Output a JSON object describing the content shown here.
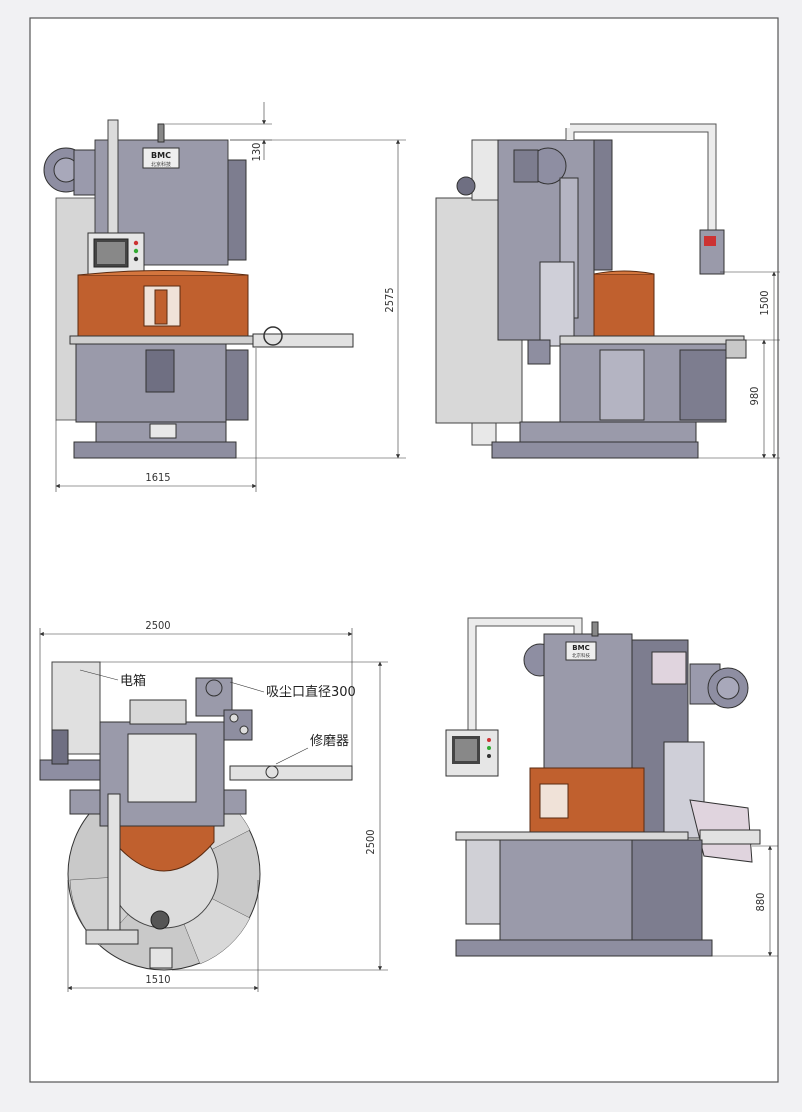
{
  "brand_plate": "BMC",
  "brand_subtext": "北京科技",
  "views": {
    "front": {
      "dim_top": "130",
      "dim_height": "2575",
      "dim_width": "1615"
    },
    "side": {
      "dim_upper": "1500",
      "dim_lower": "980"
    },
    "top": {
      "dim_width": "2500",
      "dim_depth": "2500",
      "dim_bottom": "1510",
      "label_cabinet": "电箱",
      "label_dust": "吸尘口直径300",
      "label_dresser": "修磨器"
    },
    "iso": {
      "dim_height": "880"
    }
  },
  "colors": {
    "body": "#9a9aaa",
    "body_dark": "#7d7d8f",
    "copper": "#c0602e",
    "panel": "#d8d8d8",
    "pipe": "#e2e2e2",
    "base": "#8e8ea0",
    "disc": "#c9c9c9",
    "outline": "#3a3a46"
  }
}
